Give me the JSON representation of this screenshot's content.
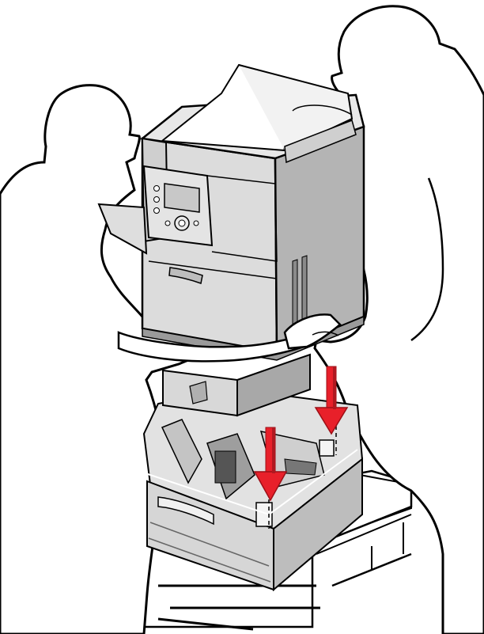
{
  "illustration": {
    "subject": "two-people-lowering-printer-onto-optional-tray",
    "colors": {
      "outline": "#000000",
      "background": "#ffffff",
      "printer_body": "#dcdcdc",
      "printer_shadow": "#b4b4b4",
      "printer_dark": "#8a8a8a",
      "arrow": "#e8202a",
      "arrow_shade": "#9c0f16",
      "display_screen": "#c8c8c8"
    },
    "icons": [
      "person-left-silhouette",
      "person-right-silhouette",
      "printer",
      "drawer-tray",
      "down-arrow",
      "down-arrow"
    ]
  }
}
